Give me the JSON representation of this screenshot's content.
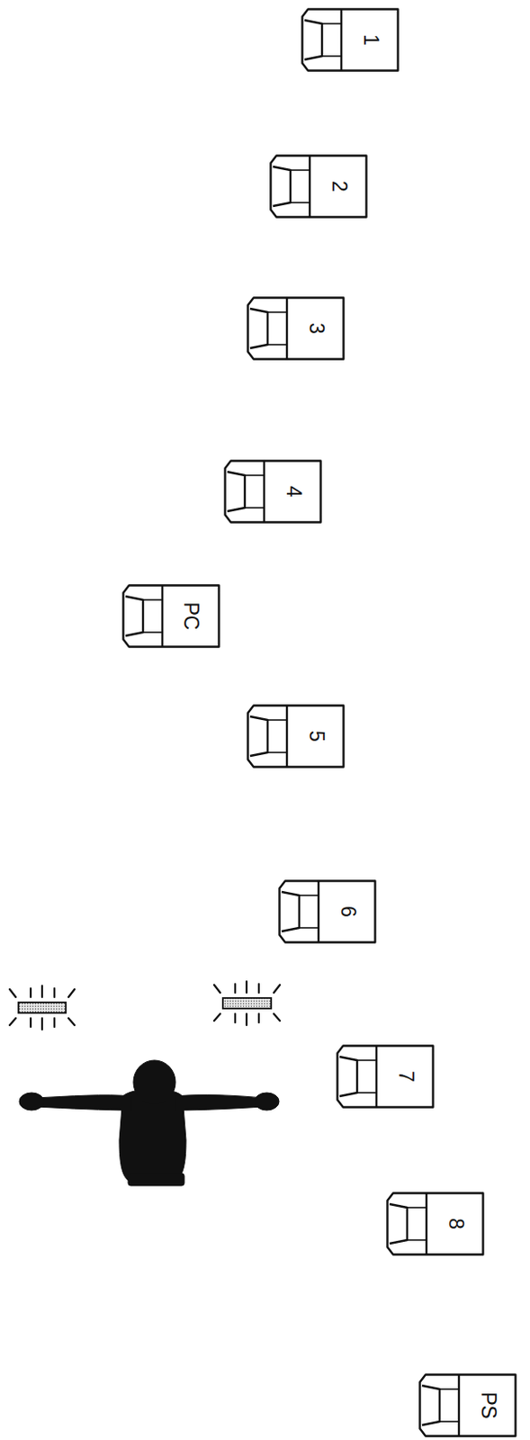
{
  "diagram": {
    "nodes": [
      {
        "text": [
          "1"
        ]
      },
      {
        "text": [
          "2"
        ]
      },
      {
        "text": [
          "3"
        ]
      },
      {
        "text": [
          "4"
        ]
      },
      {
        "text": [
          "PC"
        ]
      },
      {
        "text": [
          "5"
        ]
      },
      {
        "text": [
          "6"
        ]
      },
      {
        "text": [
          "7"
        ]
      },
      {
        "text": [
          "8"
        ]
      },
      {
        "text": [
          "PS"
        ]
      }
    ]
  }
}
